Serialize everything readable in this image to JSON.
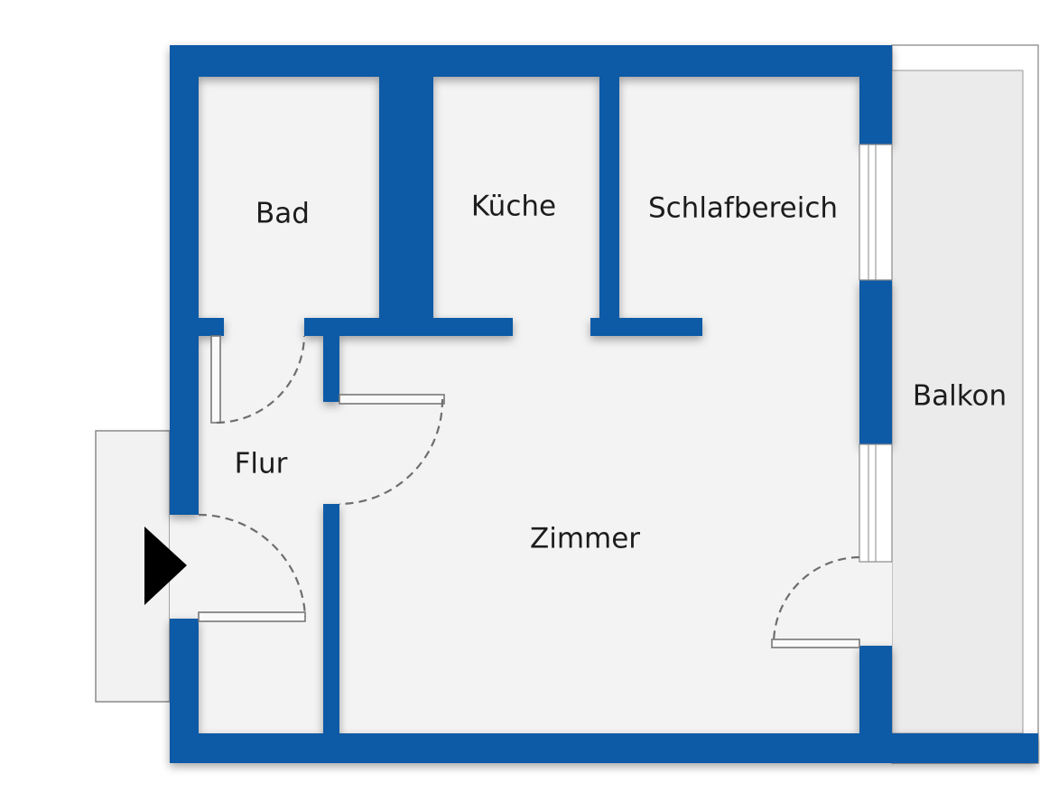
{
  "floorplan": {
    "rooms": {
      "bad": "Bad",
      "kueche": "Küche",
      "schlafbereich": "Schlafbereich",
      "balkon": "Balkon",
      "flur": "Flur",
      "zimmer": "Zimmer"
    },
    "colors": {
      "wall": "#0d5aa6",
      "floor": "#f3f3f3",
      "balcony": "#ebebeb",
      "entrance_arrow": "#000000"
    },
    "icons": {
      "entrance": "entrance-arrow-icon"
    }
  }
}
